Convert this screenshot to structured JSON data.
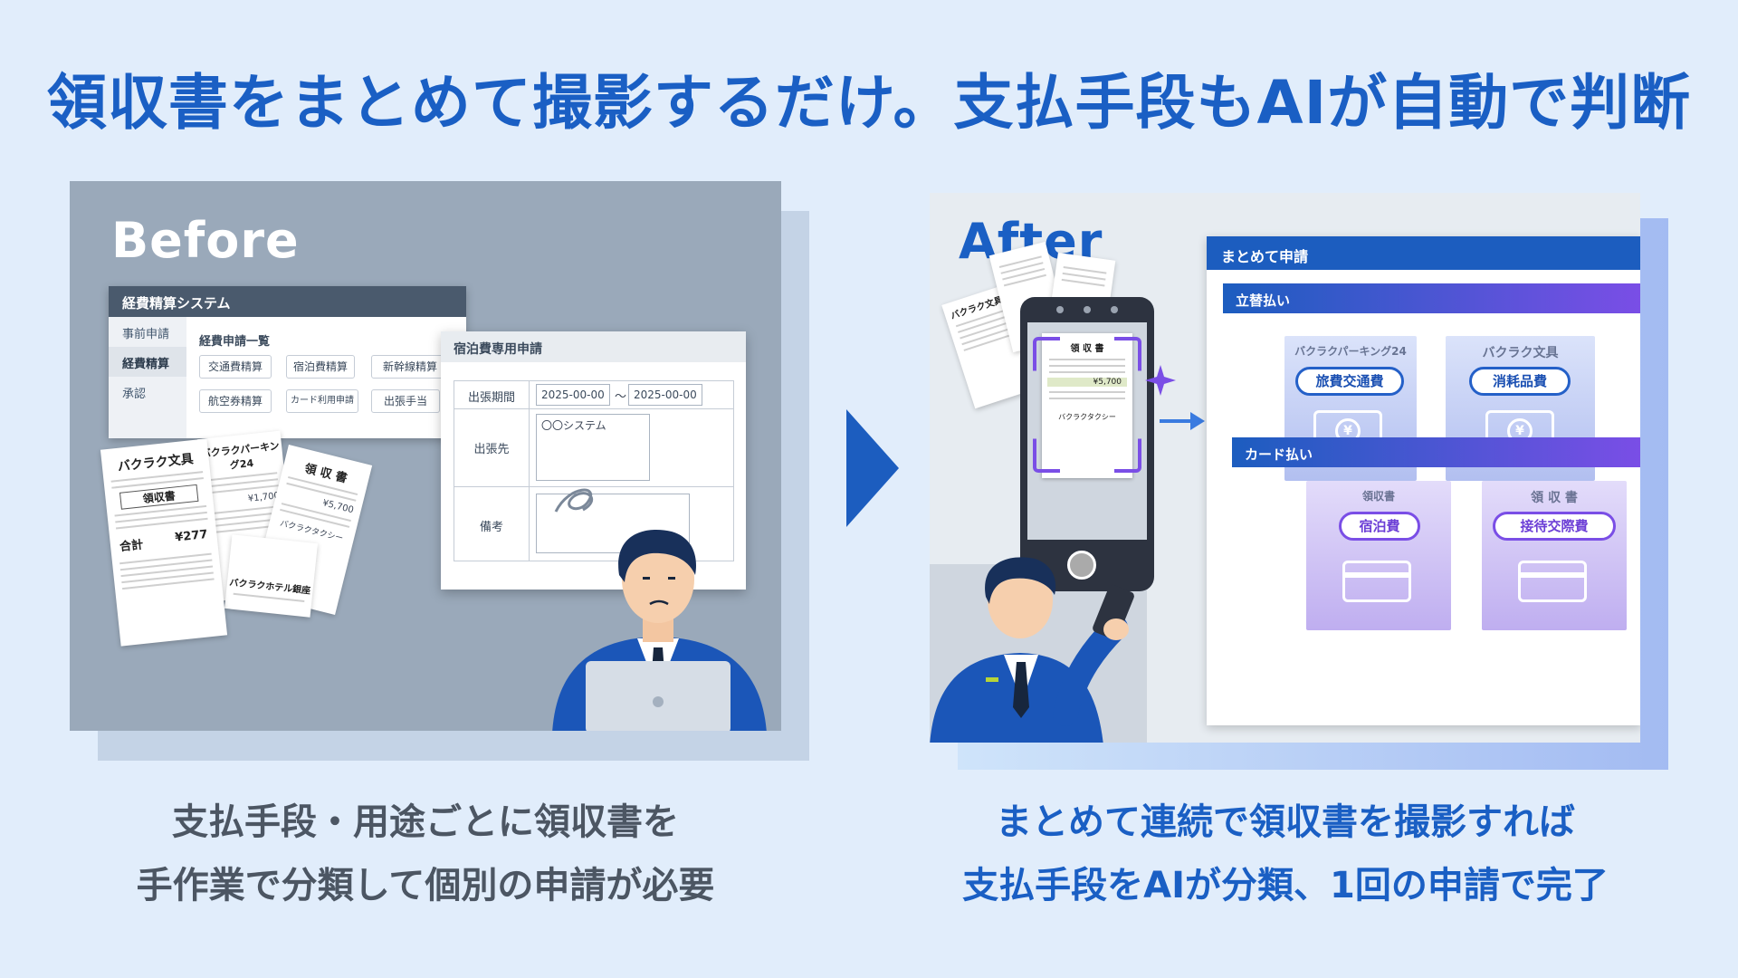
{
  "headline": "領収書をまとめて撮影するだけ。支払手段もAIが自動で判断",
  "before": {
    "label": "Before",
    "system_window": {
      "title": "経費精算システム",
      "sidebar": [
        "事前申請",
        "経費精算",
        "承認"
      ],
      "list_title": "経費申請一覧",
      "buttons": [
        "交通費精算",
        "宿泊費精算",
        "新幹線精算",
        "航空券精算",
        "カード利用申請",
        "出張手当"
      ]
    },
    "lodging_window": {
      "title": "宿泊費専用申請",
      "period_label": "出張期間",
      "date_from": "2025-00-00",
      "date_sep": "〜",
      "date_to": "2025-00-00",
      "destination_label": "出張先",
      "destination_value": "〇〇システム",
      "notes_label": "備考"
    },
    "receipts": {
      "stationery": "バクラク文具",
      "stationery_heading": "領収書",
      "stationery_total_label": "合計",
      "stationery_total": "¥277",
      "parking": "バクラクパーキング24",
      "parking_amount": "¥1,700",
      "taxi_heading": "領 収 書",
      "taxi_amount": "¥5,700",
      "taxi_name": "バクラクタクシー",
      "hotel": "バクラクホテル銀座"
    },
    "description": [
      "支払手段・用途ごとに領収書を",
      "手作業で分類して個別の申請が必要"
    ]
  },
  "after": {
    "label": "After",
    "window_title": "まとめて申請",
    "group_reimbursement": "立替払い",
    "group_card": "カード払い",
    "cards": [
      {
        "store": "バクラクパーキング24",
        "category": "旅費交通費"
      },
      {
        "store": "バクラク文具",
        "category": "消耗品費"
      },
      {
        "store": "領収書",
        "category": "宿泊費"
      },
      {
        "store": "領 収 書",
        "category": "接待交際費"
      }
    ],
    "phone_receipt": {
      "title": "領 収 書",
      "total": "¥5,700",
      "name": "バクラクタクシー"
    },
    "description": [
      "まとめて連続で領収書を撮影すれば",
      "支払手段をAIが分類、1回の申請で完了"
    ]
  },
  "colors": {
    "brand_blue": "#1a5fc4",
    "purple": "#7a4ee6",
    "background": "#e1edfb"
  }
}
